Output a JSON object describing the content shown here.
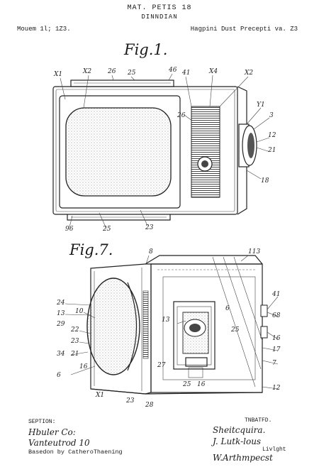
{
  "header": {
    "line1": "MAT. PETIS  18",
    "line2": "DINNDIAN",
    "date": "Mouem 1l; 1Z3.",
    "reference": "Hagpini Dust Precepti va. Z3"
  },
  "figures": {
    "fig1_title": "Fig.1.",
    "fig2_title": "Fig.7."
  },
  "fig1_labels": [
    "X1",
    "X2",
    "26",
    "25",
    "46",
    "41",
    "X4",
    "X2",
    "Y1",
    "3",
    "12",
    "21",
    "18",
    "26",
    "96",
    "25",
    "23"
  ],
  "fig2_labels": [
    "8",
    "113",
    "24",
    "13",
    "10",
    "29",
    "22",
    "23",
    "34",
    "21",
    "16",
    "6",
    "X1",
    "23",
    "28",
    "13",
    "6",
    "25",
    "27",
    "25",
    "16",
    "41",
    "68",
    "16",
    "17",
    "7",
    "12"
  ],
  "footer": {
    "left_heading": "SEPTION:",
    "left_sign1": "Hbuler Co:",
    "left_sign2": "Vanteutrod 10",
    "left_note": "Basedon by CatheroThaening",
    "right_heading": "TNBATFD.",
    "right_sign1": "Sheitcquira.",
    "right_sign2": "J. Lutk-lous",
    "right_sign3": "W.Arthmpecst",
    "right_note": "Livlght"
  }
}
